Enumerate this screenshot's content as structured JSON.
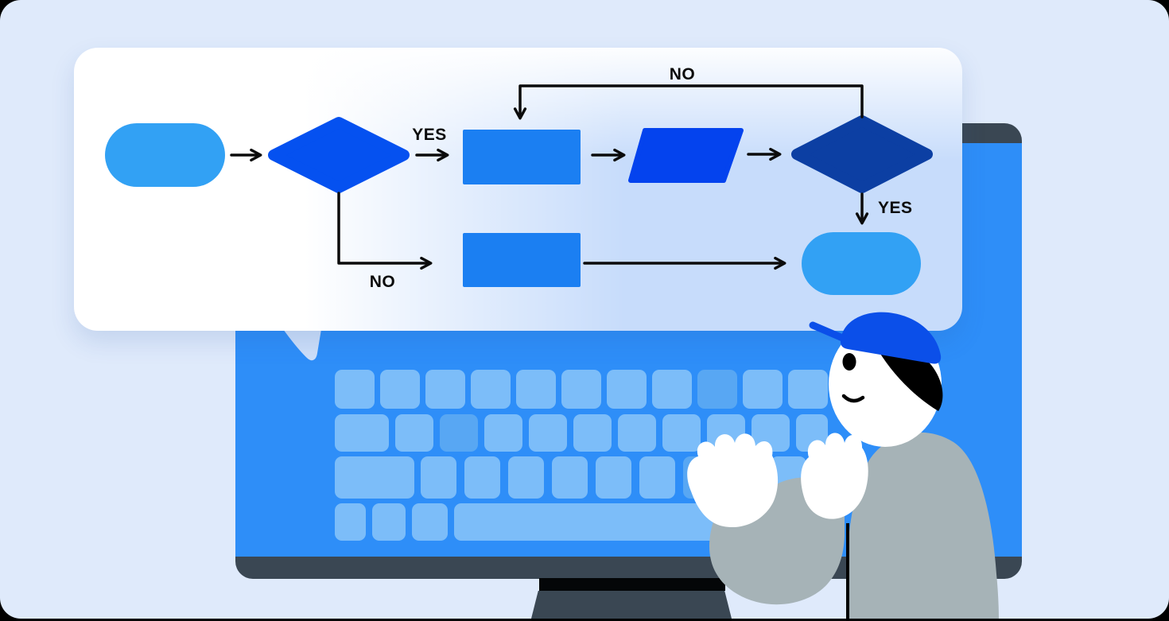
{
  "canvas": {
    "background": "#DFEAFB",
    "outside": "#000000"
  },
  "speech_bubble": {
    "fill_base": "#C7DCFB",
    "highlight": "#FFFFFF"
  },
  "flowchart": {
    "type": "flowchart",
    "nodes": [
      {
        "id": "start",
        "shape": "terminator-pill",
        "color": "#32A1F4"
      },
      {
        "id": "decision-1",
        "shape": "diamond",
        "color": "#0551F0"
      },
      {
        "id": "process-1",
        "shape": "rectangle",
        "color": "#1B7FF2"
      },
      {
        "id": "input-output",
        "shape": "parallelogram",
        "color": "#0443EE"
      },
      {
        "id": "decision-2",
        "shape": "diamond",
        "color": "#0C3FA3"
      },
      {
        "id": "process-2",
        "shape": "rectangle",
        "color": "#1B7FF2"
      },
      {
        "id": "end",
        "shape": "terminator-pill",
        "color": "#32A1F4"
      }
    ],
    "edges": [
      {
        "from": "start",
        "to": "decision-1",
        "label": ""
      },
      {
        "from": "decision-1",
        "to": "process-1",
        "label": "YES"
      },
      {
        "from": "process-1",
        "to": "input-output",
        "label": ""
      },
      {
        "from": "input-output",
        "to": "decision-2",
        "label": ""
      },
      {
        "from": "decision-2",
        "to": "process-1",
        "label": "NO"
      },
      {
        "from": "decision-2",
        "to": "end",
        "label": "YES"
      },
      {
        "from": "decision-1",
        "to": "process-2",
        "label": "NO"
      },
      {
        "from": "process-2",
        "to": "end",
        "label": ""
      }
    ],
    "labels": {
      "yes_from_decision1": "YES",
      "no_loop_to_process1": "NO",
      "no_from_decision1": "NO",
      "yes_from_decision2": "YES"
    }
  },
  "monitor": {
    "screen_color": "#2E8EF8",
    "frame_color": "#3A4753",
    "stand_color": "#3A4753"
  },
  "keyboard": {
    "key_color": "#7CBDF9",
    "key_alt_color": "#58A7F3"
  },
  "character": {
    "cap_color": "#0B4FE9",
    "sweater_color": "#A6B3B7",
    "skin_color": "#FFFFFF",
    "hair_color": "#000000"
  }
}
